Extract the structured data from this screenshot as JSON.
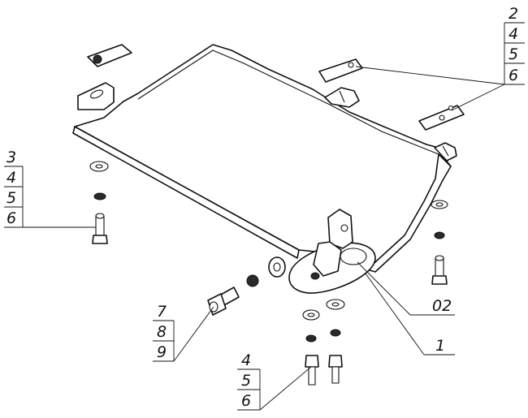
{
  "callouts": {
    "top_right": [
      "2",
      "4",
      "5",
      "6"
    ],
    "left": [
      "3",
      "4",
      "5",
      "6"
    ],
    "bottom_left": [
      "7",
      "8",
      "9"
    ],
    "bottom_center": [
      "4",
      "5",
      "6"
    ],
    "part_02": "02",
    "part_1": "1"
  }
}
